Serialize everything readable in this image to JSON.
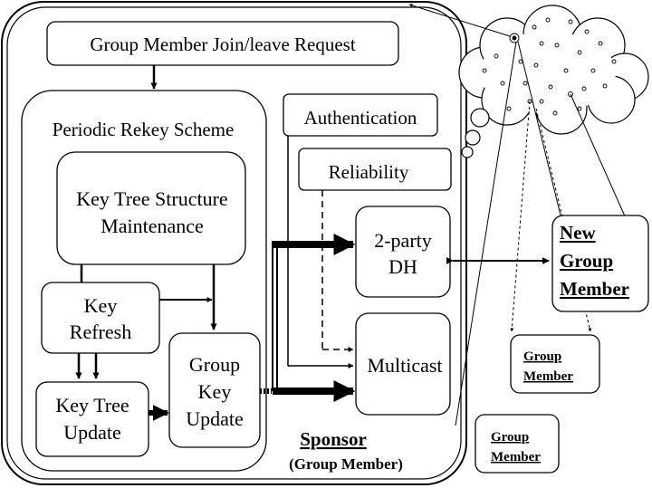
{
  "diagram": {
    "join_request": "Group Member Join/leave Request",
    "periodic_rekey": "Periodic Rekey Scheme",
    "key_tree_structure": [
      "Key Tree Structure",
      "Maintenance"
    ],
    "key_refresh": [
      "Key",
      "Refresh"
    ],
    "key_tree_update": [
      "Key Tree",
      "Update"
    ],
    "group_key_update": [
      "Group",
      "Key",
      "Update"
    ],
    "authentication": "Authentication",
    "reliability": "Reliability",
    "two_party_dh": [
      "2-party",
      "DH"
    ],
    "multicast": "Multicast",
    "sponsor": "Sponsor",
    "sponsor_sub": "(Group Member)",
    "new_member": [
      "New",
      "Group",
      "Member"
    ],
    "group_member_1": [
      "Group",
      "Member"
    ],
    "group_member_2": [
      "Group",
      "Member"
    ]
  }
}
